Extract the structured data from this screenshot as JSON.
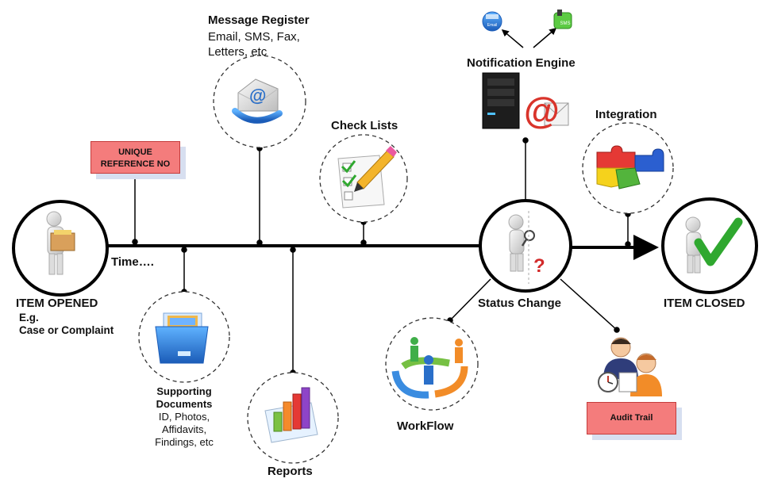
{
  "diagram": {
    "item_opened": {
      "title": "ITEM OPENED",
      "eg": "E.g.",
      "example": "Case or Complaint"
    },
    "time_label": "Time….",
    "unique_ref": {
      "line1": "UNIQUE",
      "line2": "REFERENCE NO"
    },
    "message_register": {
      "title": "Message Register",
      "line1": "Email, SMS, Fax,",
      "line2": "Letters, etc"
    },
    "check_lists": "Check Lists",
    "notification_engine": {
      "title": "Notification Engine",
      "email_badge": "Email",
      "sms_badge": "SMS"
    },
    "integration": "Integration",
    "status_change": "Status Change",
    "item_closed": "ITEM CLOSED",
    "supporting_documents": {
      "title1": "Supporting",
      "title2": "Documents",
      "line1": "ID, Photos,",
      "line2": "Affidavits,",
      "line3": "Findings, etc"
    },
    "reports": "Reports",
    "workflow": "WorkFlow",
    "audit_trail": "Audit Trail",
    "colors": {
      "timeline": "#000000",
      "tag_fill": "#f47c7c",
      "tag_shadow": "#d7dff0",
      "check_green": "#2fa82f",
      "email_blue": "#2a6fc9"
    },
    "icons": [
      "person-box-icon",
      "email-icon",
      "checklist-icon",
      "server-icon",
      "puzzle-icon",
      "person-question-icon",
      "person-check-icon",
      "folder-icon",
      "bar-chart-icon",
      "workflow-icon",
      "auditors-icon"
    ]
  }
}
